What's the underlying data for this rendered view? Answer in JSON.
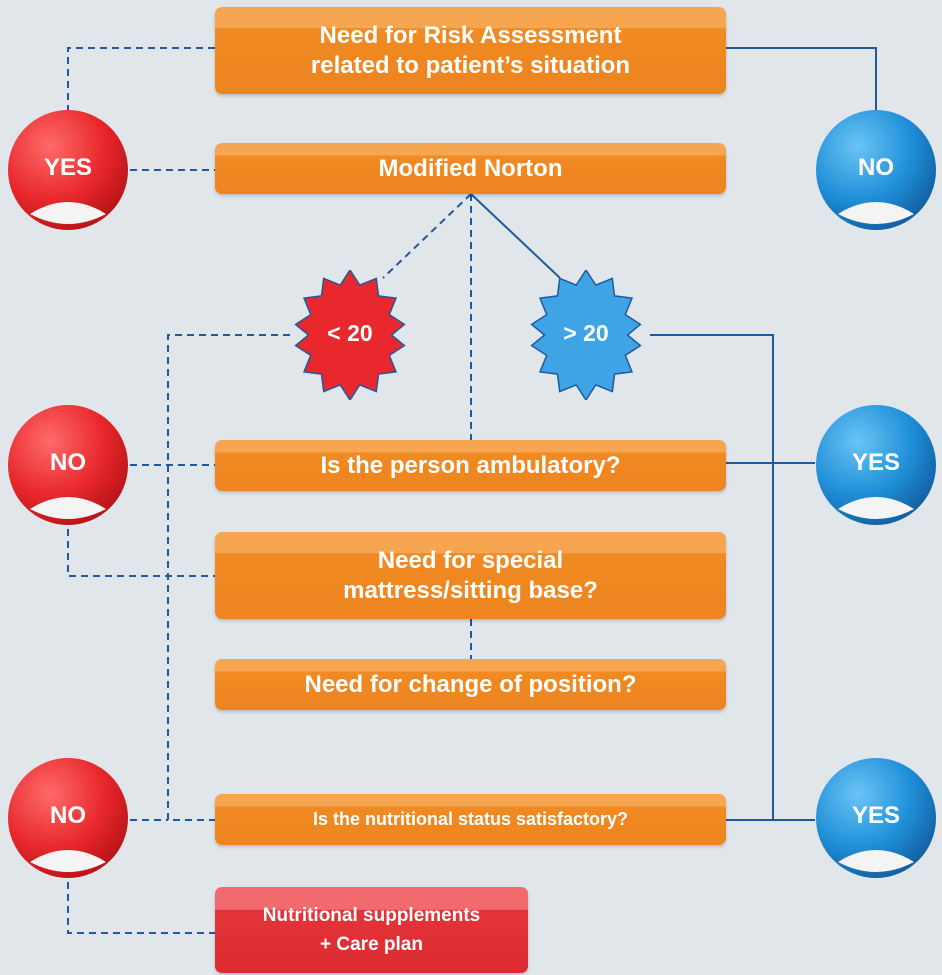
{
  "boxes": {
    "need_risk_assessment": [
      "Need for Risk Assessment",
      "related to patient’s situation"
    ],
    "modified_norton": "Modified Norton",
    "ambulatory": "Is the person ambulatory?",
    "special_mattress": [
      "Need for special",
      "mattress/sitting base?"
    ],
    "change_position": "Need for change of position?",
    "nutritional_status": "Is the nutritional status satisfactory?",
    "supplements": [
      "Nutritional supplements",
      "+ Care plan"
    ]
  },
  "circles": {
    "yes_top_left": "YES",
    "no_top_right": "NO",
    "no_mid_left": "NO",
    "yes_mid_right": "YES",
    "no_bottom_left": "NO",
    "yes_bottom_right": "YES"
  },
  "scores": {
    "low": "< 20",
    "high": "> 20"
  },
  "colors": {
    "background": "#e1e6ea",
    "box_orange": "#f08a22",
    "box_red": "#e3343a",
    "circle_red": "#e8282c",
    "circle_blue": "#1f8fd8",
    "line_blue": "#1f5a9e"
  }
}
